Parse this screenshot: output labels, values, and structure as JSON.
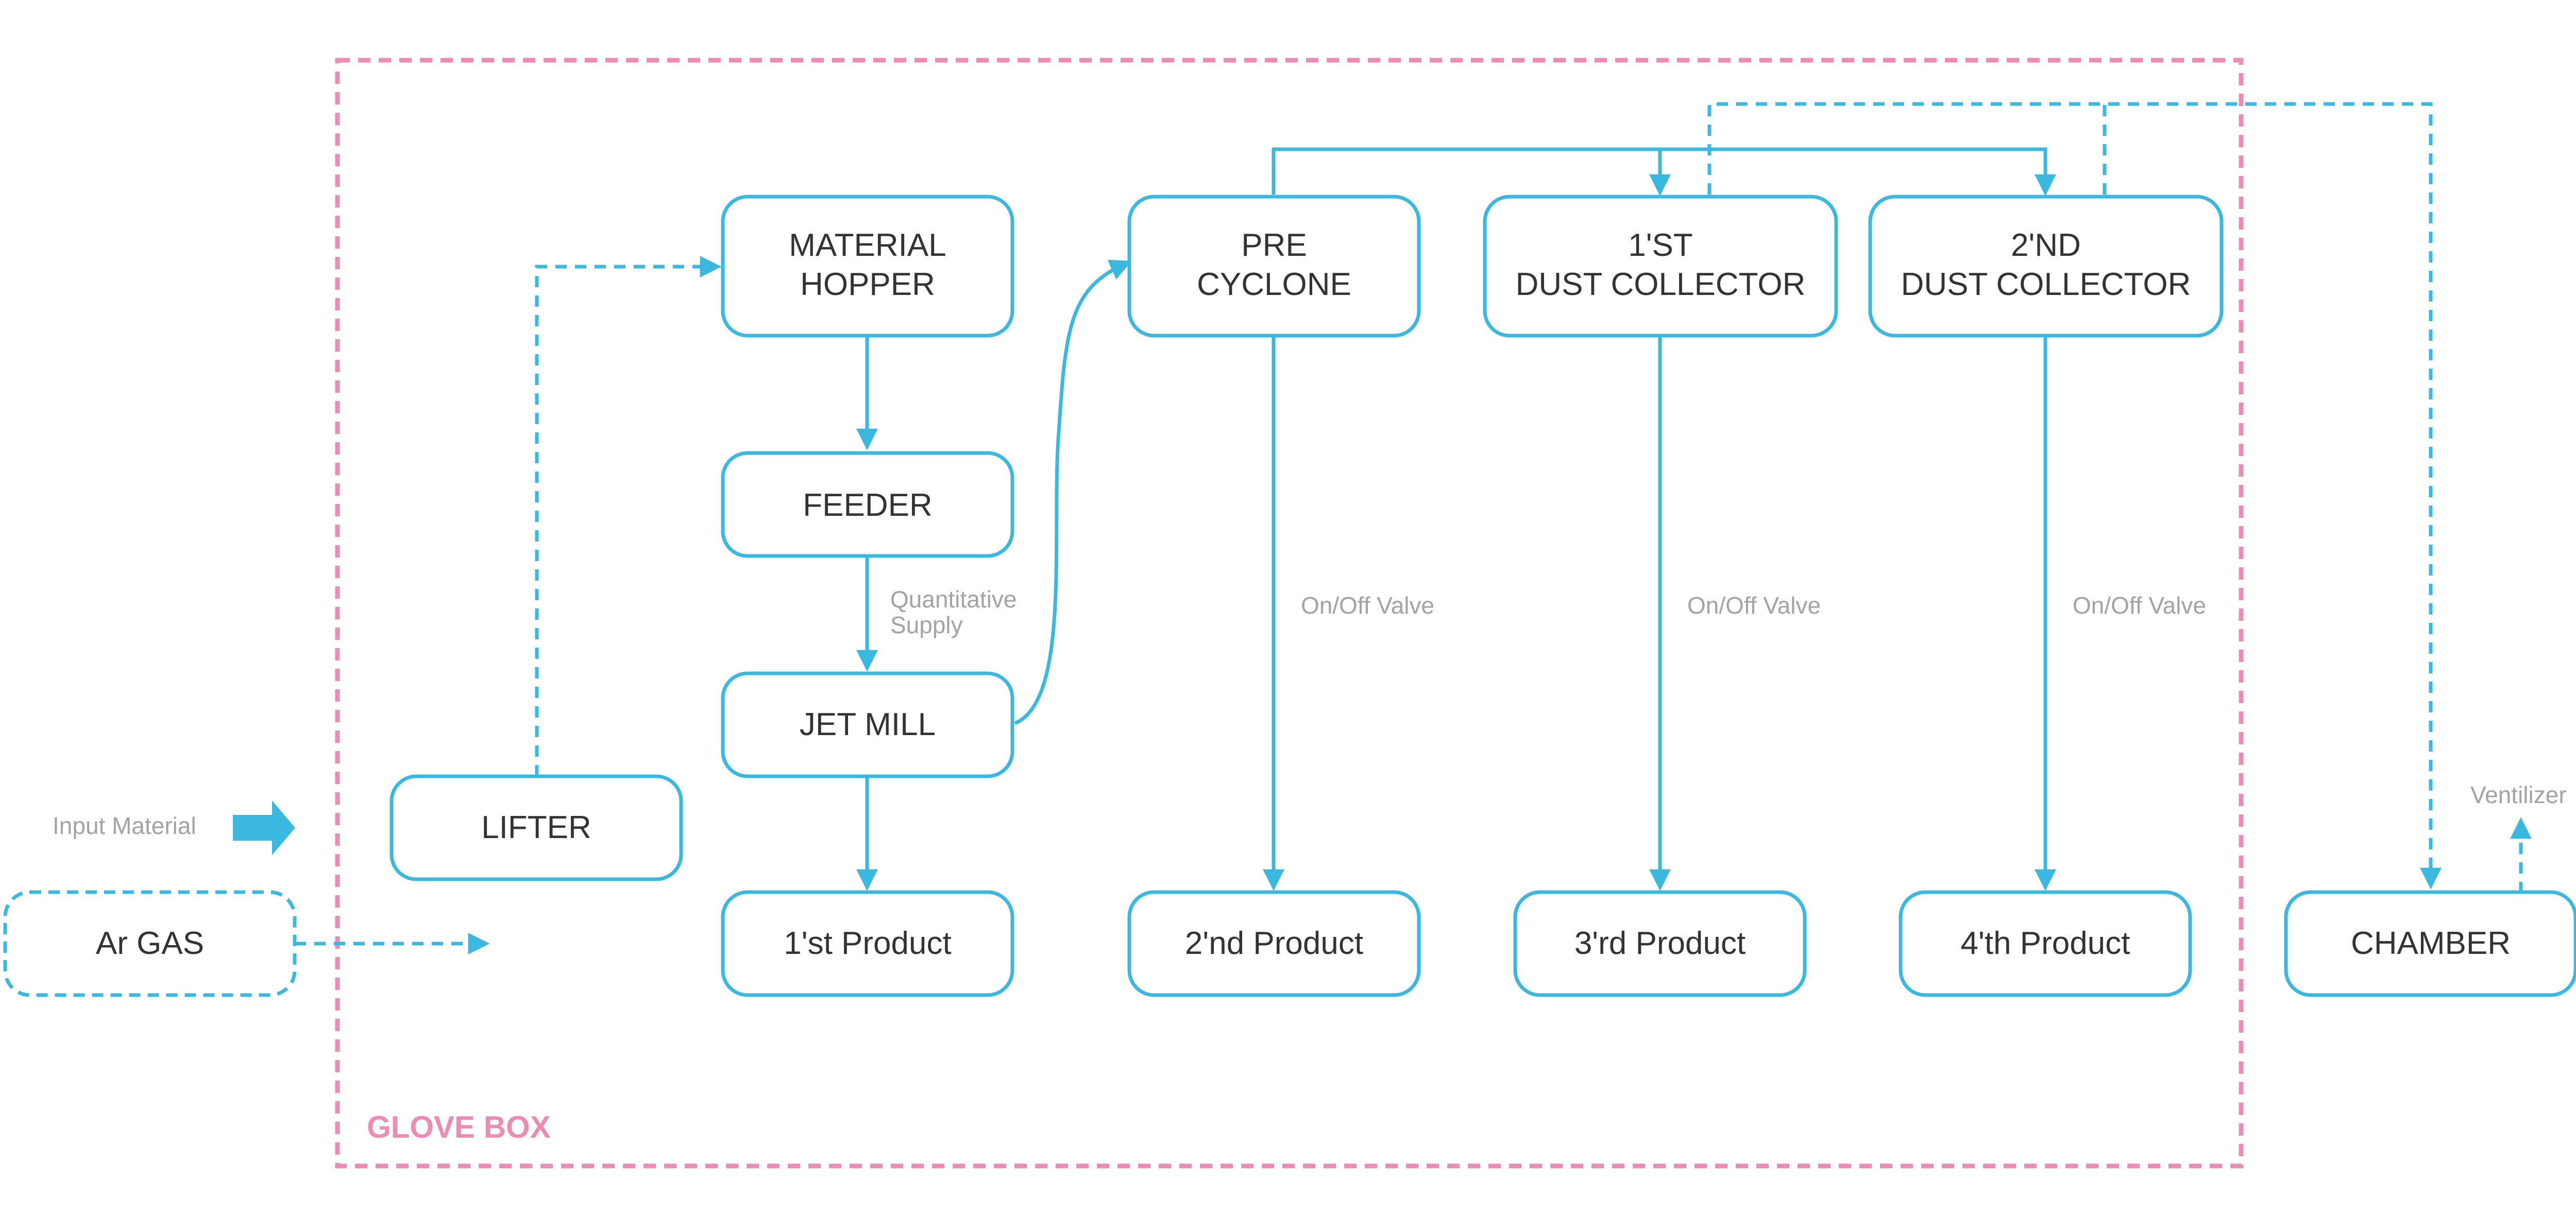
{
  "colors": {
    "accent": "#3bb8e0",
    "glove_box": "#ec8bb3",
    "note": "#a3a3a3",
    "text": "#333333"
  },
  "glove_box": {
    "label": "GLOVE BOX"
  },
  "nodes": {
    "material_hopper": {
      "line1": "MATERIAL",
      "line2": "HOPPER"
    },
    "feeder": {
      "label": "FEEDER"
    },
    "jet_mill": {
      "label": "JET MILL"
    },
    "lifter": {
      "label": "LIFTER"
    },
    "ar_gas": {
      "label": "Ar GAS"
    },
    "pre_cyclone": {
      "line1": "PRE",
      "line2": "CYCLONE"
    },
    "dust_collector_1": {
      "line1": "1'ST",
      "line2": "DUST COLLECTOR"
    },
    "dust_collector_2": {
      "line1": "2'ND",
      "line2": "DUST COLLECTOR"
    },
    "product_1": {
      "label": "1'st Product"
    },
    "product_2": {
      "label": "2'nd Product"
    },
    "product_3": {
      "label": "3'rd Product"
    },
    "product_4": {
      "label": "4'th Product"
    },
    "chamber": {
      "label": "CHAMBER"
    }
  },
  "notes": {
    "input_material": "Input Material",
    "quantitative_supply_1": "Quantitative",
    "quantitative_supply_2": "Supply",
    "valve_1": "On/Off Valve",
    "valve_2": "On/Off Valve",
    "valve_3": "On/Off Valve",
    "ventilizer": "Ventilizer"
  }
}
